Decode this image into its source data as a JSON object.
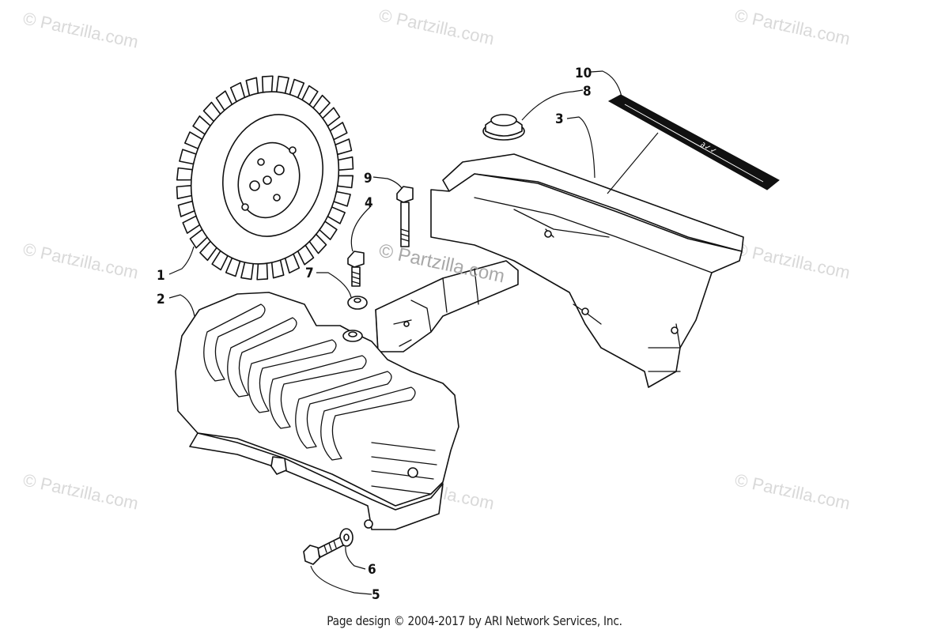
{
  "watermark_text": "© Partzilla.com",
  "center_watermark_text": "© Partzilla.com",
  "footer_text": "Page design © 2004-2017 by ARI Network Services, Inc.",
  "callouts": [
    {
      "id": "1",
      "label": "1"
    },
    {
      "id": "2",
      "label": "2"
    },
    {
      "id": "3",
      "label": "3"
    },
    {
      "id": "4",
      "label": "4"
    },
    {
      "id": "5",
      "label": "5"
    },
    {
      "id": "6",
      "label": "6"
    },
    {
      "id": "7",
      "label": "7"
    },
    {
      "id": "8",
      "label": "8"
    },
    {
      "id": "9",
      "label": "9"
    },
    {
      "id": "10",
      "label": "10"
    }
  ],
  "colors": {
    "line": "#111111",
    "watermark": "#d9d9d9",
    "background": "#ffffff"
  }
}
